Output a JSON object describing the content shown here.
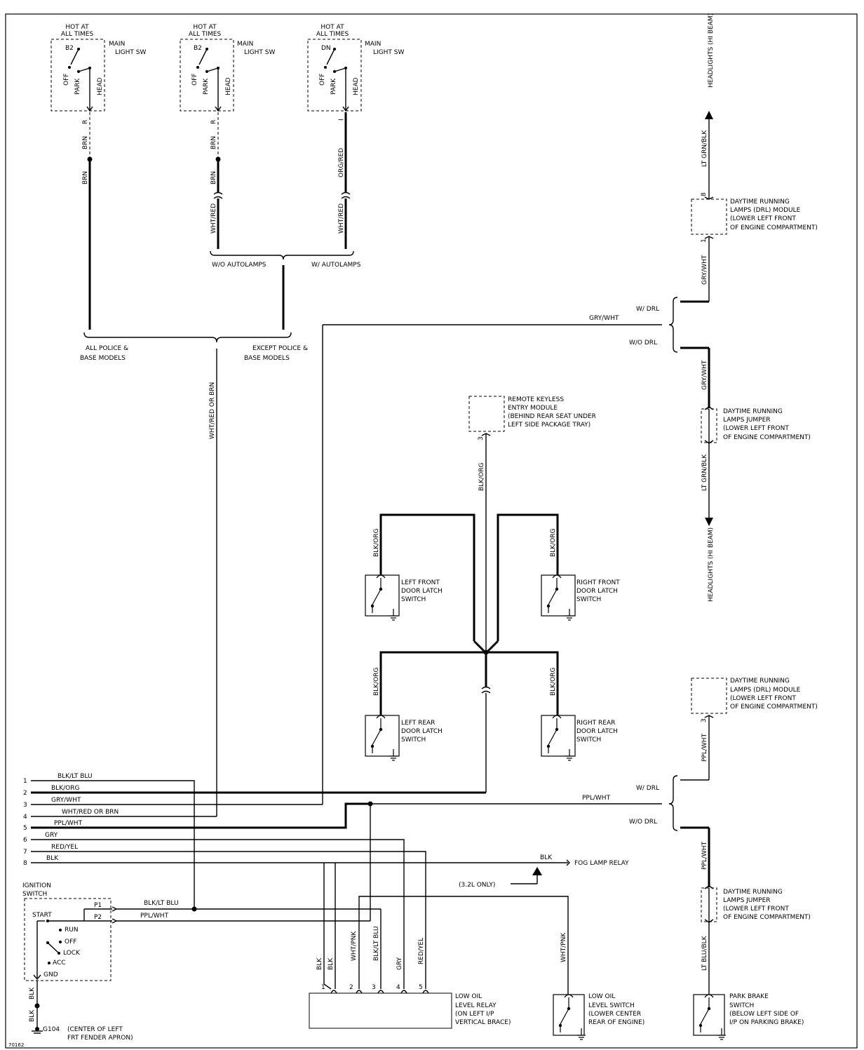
{
  "switches_top": [
    {
      "hot": "HOT AT",
      "hot2": "ALL TIMES",
      "pin": "B2",
      "name": "MAIN",
      "name2": "LIGHT SW",
      "off": "OFF",
      "park": "PARK",
      "head": "HEAD",
      "out_pin": "R",
      "wire1": "BRN",
      "wire2": "BRN"
    },
    {
      "hot": "HOT AT",
      "hot2": "ALL TIMES",
      "pin": "B2",
      "name": "MAIN",
      "name2": "LIGHT SW",
      "off": "OFF",
      "park": "PARK",
      "head": "HEAD",
      "out_pin": "R",
      "wire1": "BRN",
      "wire2": "BRN",
      "wire3": "WHT/RED"
    },
    {
      "hot": "HOT AT",
      "hot2": "ALL TIMES",
      "pin": "DN",
      "name": "MAIN",
      "name2": "LIGHT SW",
      "off": "OFF",
      "park": "PARK",
      "head": "HEAD",
      "out_pin": "I",
      "wire1": "ORG/RED",
      "wire3": "WHT/RED"
    }
  ],
  "branch_labels": {
    "wo_autolamps": "W/O AUTOLAMPS",
    "w_autolamps": "W/ AUTOLAMPS",
    "all_police": "ALL POLICE &",
    "all_police2": "BASE MODELS",
    "except_police": "EXCEPT POLICE &",
    "except_police2": "BASE MODELS",
    "trunk_wire": "WHT/RED OR BRN"
  },
  "drl_upper": {
    "headlights": "HEADLIGHTS (HI BEAM)",
    "wire_top": "LT GRN/BLK",
    "pin_top": "8",
    "module": [
      "DAYTIME RUNNING",
      "LAMPS (DRL) MODULE",
      "(LOWER LEFT FRONT",
      "OF ENGINE COMPARTMENT)"
    ],
    "pin_bottom": "1",
    "wire_mid": "GRY/WHT",
    "w_drl": "W/ DRL",
    "wo_drl": "W/O DRL",
    "gry_wht": "GRY/WHT",
    "wire_jumper": "GRY/WHT",
    "jumper": [
      "DAYTIME RUNNING",
      "LAMPS JUMPER",
      "(LOWER LEFT FRONT",
      "OF ENGINE COMPARTMENT)"
    ],
    "wire_bottom": "LT GRN/BLK",
    "headlights2": "HEADLIGHTS (HI BEAM)"
  },
  "rke": {
    "module": [
      "REMOTE KEYLESS",
      "ENTRY MODULE",
      "(BEHIND REAR SEAT UNDER",
      "LEFT SIDE PACKAGE TRAY)"
    ],
    "pin": "3",
    "wire": "BLK/ORG"
  },
  "door_switches": [
    {
      "wire": "BLK/ORG",
      "label": [
        "LEFT FRONT",
        "DOOR LATCH",
        "SWITCH"
      ]
    },
    {
      "wire": "BLK/ORG",
      "label": [
        "RIGHT FRONT",
        "DOOR LATCH",
        "SWITCH"
      ]
    },
    {
      "wire": "BLK/ORG",
      "label": [
        "LEFT REAR",
        "DOOR LATCH",
        "SWITCH"
      ]
    },
    {
      "wire": "BLK/ORG",
      "label": [
        "RIGHT REAR",
        "DOOR LATCH",
        "SWITCH"
      ]
    }
  ],
  "drl_lower": {
    "module": [
      "DAYTIME RUNNING",
      "LAMPS (DRL) MODULE",
      "(LOWER LEFT FRONT",
      "OF ENGINE COMPARTMENT)"
    ],
    "pin": "3",
    "wire_top": "PPL/WHT",
    "w_drl": "W/ DRL",
    "wo_drl": "W/O DRL",
    "ppl_wht": "PPL/WHT",
    "wire_jumper": "PPL/WHT",
    "jumper": [
      "DAYTIME RUNNING",
      "LAMPS JUMPER",
      "(LOWER LEFT FRONT",
      "OF ENGINE COMPARTMENT)"
    ],
    "wire_bottom": "LT BLU/BLK",
    "park_brake": [
      "PARK BRAKE",
      "SWITCH",
      "(BELOW LEFT SIDE OF",
      "I/P ON PARKING BRAKE)"
    ]
  },
  "bus": [
    {
      "num": "1",
      "wire": "BLK/LT BLU"
    },
    {
      "num": "2",
      "wire": "BLK/ORG"
    },
    {
      "num": "3",
      "wire": "GRY/WHT"
    },
    {
      "num": "4",
      "wire": "WHT/RED OR BRN"
    },
    {
      "num": "5",
      "wire": "PPL/WHT"
    },
    {
      "num": "6",
      "wire": "GRY"
    },
    {
      "num": "7",
      "wire": "RED/YEL"
    },
    {
      "num": "8",
      "wire": "BLK"
    }
  ],
  "fog": {
    "wire": "BLK",
    "label": "FOG LAMP RELAY",
    "note": "(3.2L ONLY)"
  },
  "ignition": {
    "title": "IGNITION",
    "title2": "SWITCH",
    "start": "START",
    "run": "RUN",
    "off": "OFF",
    "lock": "LOCK",
    "acc": "ACC",
    "gnd": "GND",
    "p1": "P1",
    "p2": "P2",
    "p1_wire": "BLK/LT BLU",
    "p2_wire": "PPL/WHT",
    "gnd_wire": "BLK",
    "gnd_wire2": "BLK",
    "ground": "G104",
    "ground_desc": [
      "(CENTER OF LEFT",
      "FRT FENDER APRON)"
    ]
  },
  "relay": {
    "label": [
      "LOW OIL",
      "LEVEL RELAY",
      "(ON LEFT I/P",
      "VERTICAL BRACE)"
    ],
    "pins": [
      "1",
      "2",
      "3",
      "4",
      "5"
    ],
    "wires": [
      "BLK",
      "BLK",
      "WHT/PNK",
      "BLK/LT BLU",
      "GRY",
      "RED/YEL"
    ]
  },
  "oil_switch": {
    "wire": "WHT/PNK",
    "label": [
      "LOW OIL",
      "LEVEL SWITCH",
      "(LOWER CENTER",
      "REAR OF ENGINE)"
    ]
  },
  "figure_id": "70162"
}
